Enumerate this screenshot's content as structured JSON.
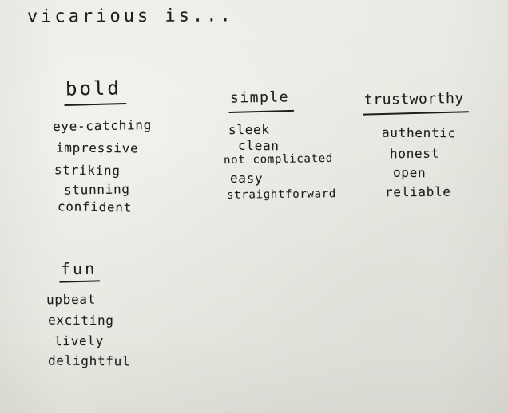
{
  "title": "vicarious is...",
  "groups": [
    {
      "heading": "bold",
      "items": [
        "eye-catching",
        "impressive",
        "striking",
        "stunning",
        "confident"
      ]
    },
    {
      "heading": "simple",
      "items": [
        "sleek",
        "clean",
        "not complicated",
        "easy",
        "straightforward"
      ]
    },
    {
      "heading": "trustworthy",
      "items": [
        "authentic",
        "honest",
        "open",
        "reliable"
      ]
    },
    {
      "heading": "fun",
      "items": [
        "upbeat",
        "exciting",
        "lively",
        "delightful"
      ]
    }
  ],
  "colors": {
    "paper": "#e9e9e3",
    "ink": "#1d1d1d"
  }
}
